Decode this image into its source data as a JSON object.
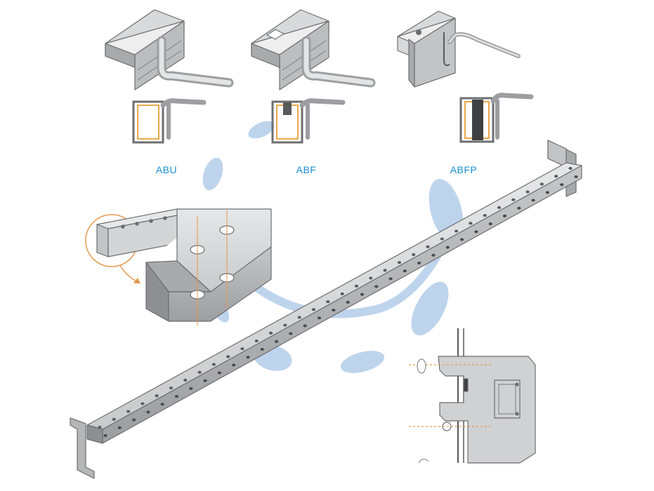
{
  "labels": {
    "abu": "ABU",
    "abf": "ABF",
    "abfp": "ABFP"
  },
  "colors": {
    "label_blue": "#1a8fd0",
    "metal_light": "#d4d5d7",
    "metal_mid": "#b9babc",
    "metal_dark": "#8e8f92",
    "outline": "#6d6e71",
    "profile_orange": "#e8a94a",
    "callout_orange": "#e39a4e",
    "watermark_blue": "#b3cdea"
  }
}
